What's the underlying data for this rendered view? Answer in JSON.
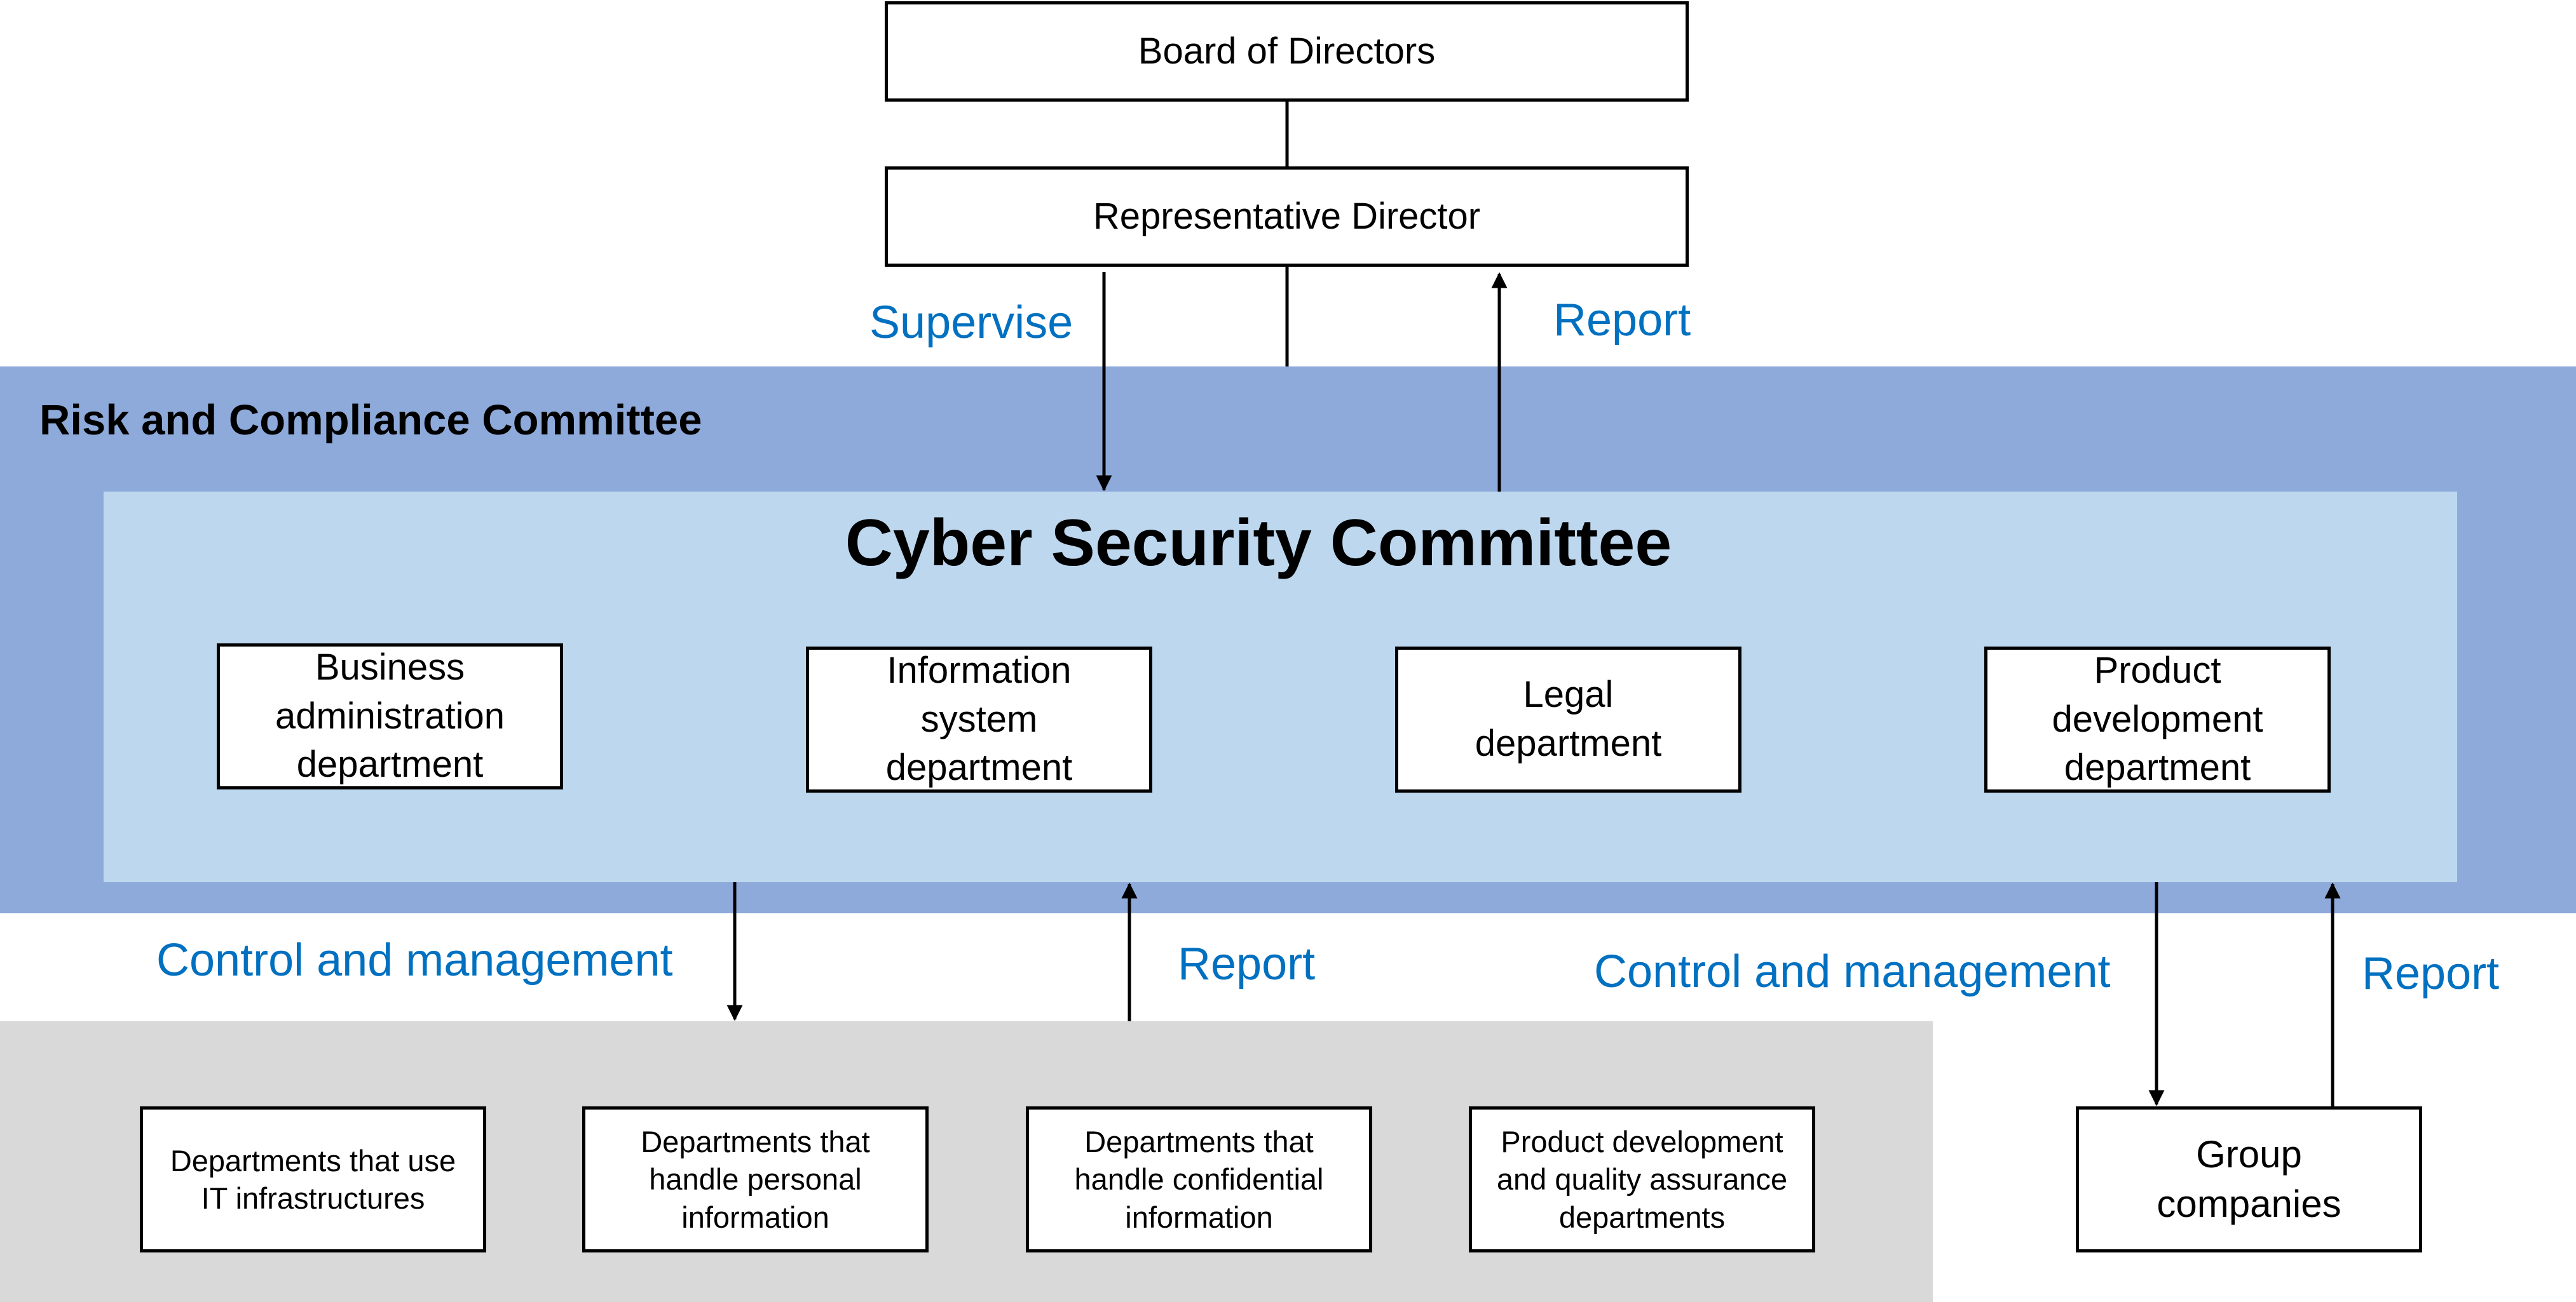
{
  "top": {
    "board": "Board of Directors",
    "representative": "Representative Director",
    "supervise": "Supervise",
    "report": "Report"
  },
  "risk_committee": {
    "title": "Risk and Compliance Committee"
  },
  "cyber_committee": {
    "title": "Cyber Security Committee",
    "departments": [
      "Business administration department",
      "Information system department",
      "Legal department",
      "Product development department"
    ]
  },
  "flows": {
    "control_left": "Control and management",
    "report_left": "Report",
    "control_right": "Control and management",
    "report_right": "Report"
  },
  "lower_departments": [
    "Departments that use IT infrastructures",
    "Departments that handle personal information",
    "Departments that handle confidential information",
    "Product development and quality assurance departments"
  ],
  "group": "Group companies",
  "colors": {
    "risk_band": "#8eaadb",
    "cyber_panel": "#bdd7ee",
    "dept_band": "#d9d9d9",
    "label_blue": "#0070c0"
  }
}
